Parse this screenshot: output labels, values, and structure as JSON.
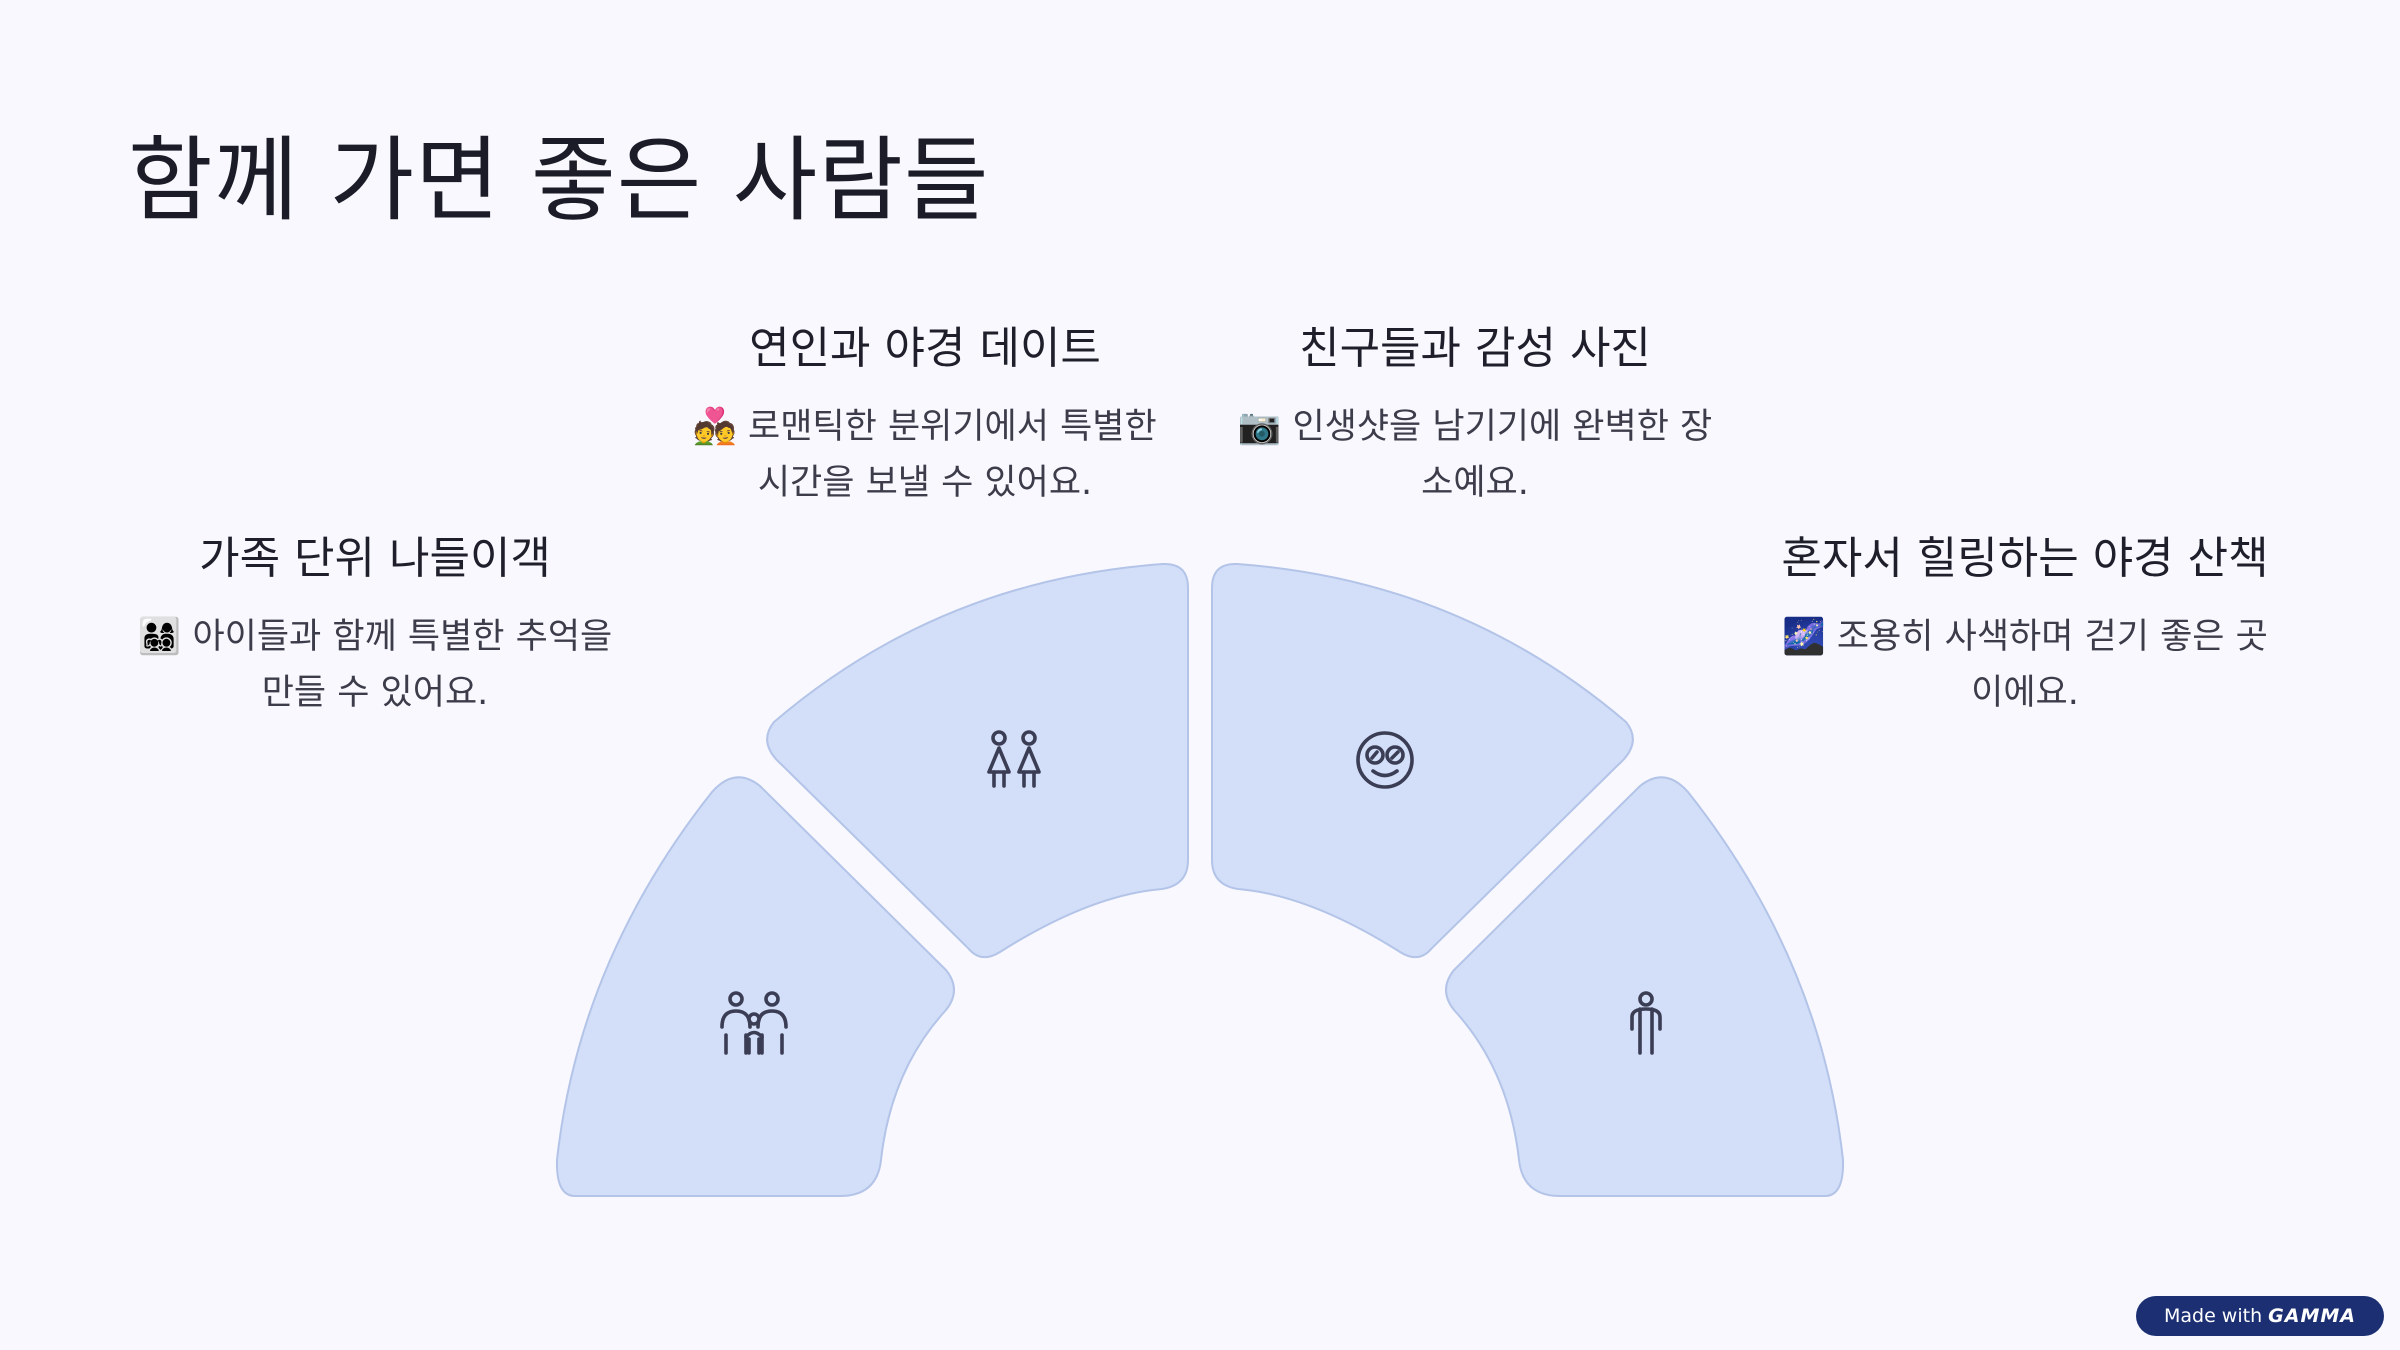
{
  "title": "함께 가면 좋은 사람들",
  "items": [
    {
      "heading": "가족 단위 나들이객",
      "line1": "👨‍👩‍👧‍👦 아이들과 함께 특별한 추억을",
      "line2": "만들 수 있어요.",
      "icon": "family-icon"
    },
    {
      "heading": "연인과 야경 데이트",
      "line1": "💑 로맨틱한 분위기에서 특별한",
      "line2": "시간을 보낼 수 있어요.",
      "icon": "couple-icon"
    },
    {
      "heading": "친구들과 감성 사진",
      "line1": "📷 인생샷을 남기기에 완벽한 장",
      "line2": "소예요.",
      "icon": "star-struck-face-icon"
    },
    {
      "heading": "혼자서 힐링하는 야경 산책",
      "line1": "🌌 조용히 사색하며 걷기 좋은 곳",
      "line2": "이에요.",
      "icon": "person-icon"
    }
  ],
  "badge": {
    "prefix": "Made with",
    "brand": "GAMMA"
  },
  "colors": {
    "sector_fill": "#d3dff8",
    "sector_stroke": "#b3c4e8",
    "background": "#f8f8fe",
    "badge": "#1b2f72"
  }
}
